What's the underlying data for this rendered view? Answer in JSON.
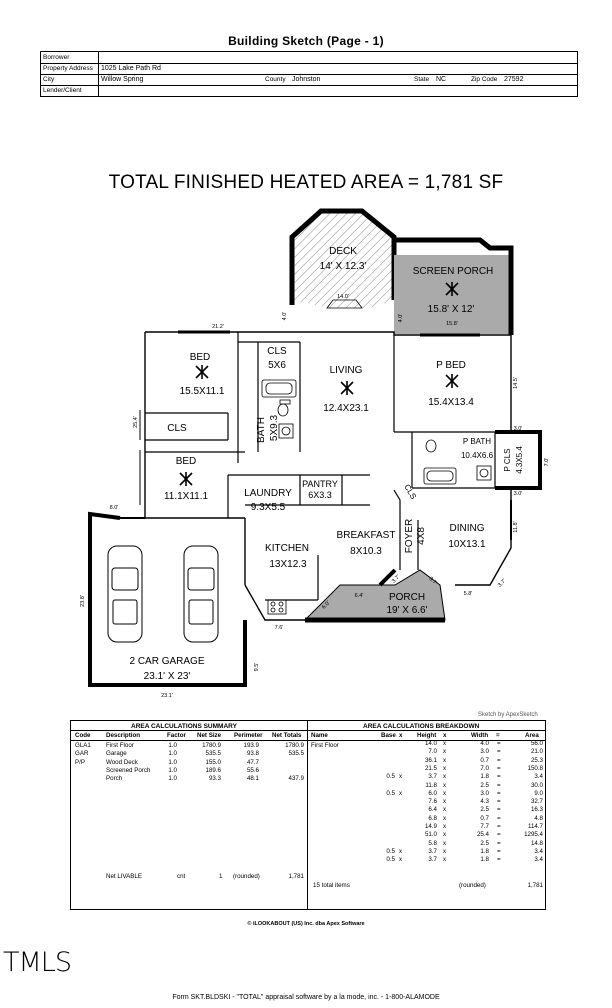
{
  "title": "Building Sketch (Page - 1)",
  "header": {
    "borrower_label": "Borrower",
    "borrower": "",
    "address_label": "Property Address",
    "address": "1025 Lake Path Rd",
    "city_label": "City",
    "city": "Willow Spring",
    "county_label": "County",
    "county": "Johnston",
    "state_label": "State",
    "state": "NC",
    "zip_label": "Zip Code",
    "zip": "27592",
    "lender_label": "Lender/Client",
    "lender": ""
  },
  "total_area_heading": "TOTAL FINISHED HEATED AREA = 1,781 SF",
  "rooms": {
    "deck": {
      "name": "DECK",
      "size": "14' X 12.3'"
    },
    "screen_porch": {
      "name": "SCREEN PORCH",
      "size": "15.8' X 12'"
    },
    "bed1": {
      "name": "BED",
      "size": "15.5X11.1"
    },
    "cls1": {
      "name": "CLS",
      "size": "5X6"
    },
    "living": {
      "name": "LIVING",
      "size": "12.4X23.1"
    },
    "p_bed": {
      "name": "P BED",
      "size": "15.4X13.4"
    },
    "cls2": {
      "name": "CLS"
    },
    "bath": {
      "name": "BATH",
      "size": "5X9.3"
    },
    "p_bath": {
      "name": "P BATH",
      "size": "10.4X6.6"
    },
    "p_cls": {
      "name": "P CLS",
      "size": "4.3X5.4"
    },
    "bed2": {
      "name": "BED",
      "size": "11.1X11.1"
    },
    "laundry": {
      "name": "LAUNDRY",
      "size": "9.3X5.5"
    },
    "pantry": {
      "name": "PANTRY",
      "size": "6X3.3"
    },
    "cls3": {
      "name": "CLS"
    },
    "kitchen": {
      "name": "KITCHEN",
      "size": "13X12.3"
    },
    "breakfast": {
      "name": "BREAKFAST",
      "size": "8X10.3"
    },
    "foyer": {
      "name": "FOYER",
      "size": "4X8"
    },
    "dining": {
      "name": "DINING",
      "size": "10X13.1"
    },
    "porch": {
      "name": "PORCH",
      "size": "19' X 6.6'"
    },
    "garage": {
      "name": "2 CAR GARAGE",
      "size": "23.1' X 23'"
    }
  },
  "dimensions": {
    "d_14": "14.0'",
    "d_4a": "4.0'",
    "d_4b": "4.0'",
    "d_158": "15.8'",
    "d_212": "21.2'",
    "d_145": "14.5'",
    "d_254": "25.4'",
    "d_3a": "3.0'",
    "d_7": "7.0'",
    "d_3b": "3.0'",
    "d_118": "11.8'",
    "d_8": "8.0'",
    "d_238": "23.8'",
    "d_64": "6.4'",
    "d_37a": "3.7'",
    "d_37b": "3.7'",
    "d_58": "5.8'",
    "d_37c": "3.7'",
    "d_6": "6.0'",
    "d_76": "7.6'",
    "d_95": "9.5'",
    "d_231": "23.1'"
  },
  "sketch_by": "Sketch by ApexSketch",
  "summary": {
    "heading": "AREA CALCULATIONS SUMMARY",
    "columns": [
      "Code",
      "Description",
      "Factor",
      "Net Size",
      "Perimeter",
      "Net Totals"
    ],
    "rows": [
      {
        "code": "GLA1",
        "desc": "First Floor",
        "factor": "1.0",
        "net": "1780.9",
        "perim": "193.9",
        "total": "1780.9"
      },
      {
        "code": "GAR",
        "desc": "Garage",
        "factor": "1.0",
        "net": "535.5",
        "perim": "93.8",
        "total": "535.5"
      },
      {
        "code": "P/P",
        "desc": "Wood Deck",
        "factor": "1.0",
        "net": "155.0",
        "perim": "47.7",
        "total": ""
      },
      {
        "code": "",
        "desc": "Screened Porch",
        "factor": "1.0",
        "net": "189.6",
        "perim": "55.6",
        "total": ""
      },
      {
        "code": "",
        "desc": "Porch",
        "factor": "1.0",
        "net": "93.3",
        "perim": "48.1",
        "total": "437.9"
      }
    ],
    "net_livable": {
      "label": "Net LIVABLE",
      "unit": "cnt",
      "count": "1",
      "rounded": "(rounded)",
      "value": "1,781"
    }
  },
  "breakdown": {
    "heading": "AREA CALCULATIONS BREAKDOWN",
    "columns": [
      "Name",
      "Base",
      "x",
      "Height",
      "x",
      "Width",
      "=",
      "Area"
    ],
    "name": "First Floor",
    "rows": [
      {
        "base": "",
        "height": "14.0",
        "width": "4.0",
        "area": "56.0"
      },
      {
        "base": "",
        "height": "7.0",
        "width": "3.0",
        "area": "21.0"
      },
      {
        "base": "",
        "height": "36.1",
        "width": "0.7",
        "area": "25.3"
      },
      {
        "base": "",
        "height": "21.5",
        "width": "7.0",
        "area": "150.8"
      },
      {
        "base": "0.5",
        "height": "3.7",
        "width": "1.8",
        "area": "3.4"
      },
      {
        "base": "",
        "height": "11.8",
        "width": "2.5",
        "area": "30.0"
      },
      {
        "base": "0.5",
        "height": "6.0",
        "width": "3.0",
        "area": "9.0"
      },
      {
        "base": "",
        "height": "7.6",
        "width": "4.3",
        "area": "32.7"
      },
      {
        "base": "",
        "height": "6.4",
        "width": "2.5",
        "area": "16.3"
      },
      {
        "base": "",
        "height": "6.8",
        "width": "0.7",
        "area": "4.8"
      },
      {
        "base": "",
        "height": "14.9",
        "width": "7.7",
        "area": "114.7"
      },
      {
        "base": "",
        "height": "51.0",
        "width": "25.4",
        "area": "1295.4"
      },
      {
        "base": "",
        "height": "5.8",
        "width": "2.5",
        "area": "14.8"
      },
      {
        "base": "0.5",
        "height": "3.7",
        "width": "1.8",
        "area": "3.4"
      },
      {
        "base": "0.5",
        "height": "3.7",
        "width": "1.8",
        "area": "3.4"
      }
    ],
    "total_items": "15 total items",
    "rounded": "(rounded)",
    "total": "1,781"
  },
  "copyright": "© iLOOKABOUT (US) Inc. dba Apex Software",
  "logo_text": "TMLS",
  "footer": "Form SKT.BLDSKI - \"TOTAL\" appraisal software by a la mode, inc. - 1-800-ALAMODE"
}
